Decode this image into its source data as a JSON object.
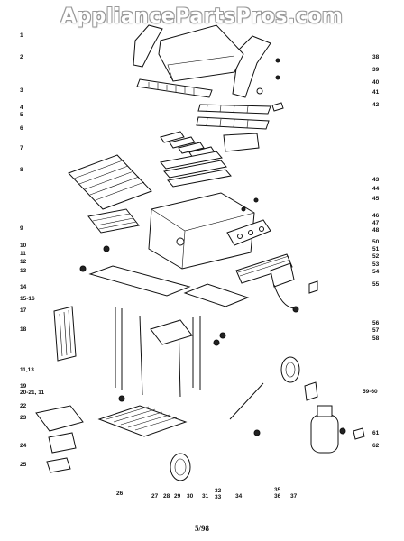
{
  "watermark": "AppliancePartsPros.com",
  "footer": "5/98",
  "callouts_left": [
    {
      "id": "l1",
      "text": "1"
    },
    {
      "id": "l2",
      "text": "2"
    },
    {
      "id": "l3",
      "text": "3"
    },
    {
      "id": "l4",
      "text": "4"
    },
    {
      "id": "l5",
      "text": "5"
    },
    {
      "id": "l6",
      "text": "6"
    },
    {
      "id": "l7",
      "text": "7"
    },
    {
      "id": "l8",
      "text": "8"
    },
    {
      "id": "l9",
      "text": "9"
    },
    {
      "id": "l10",
      "text": "10"
    },
    {
      "id": "l11",
      "text": "11"
    },
    {
      "id": "l12",
      "text": "12"
    },
    {
      "id": "l13",
      "text": "13"
    },
    {
      "id": "l14",
      "text": "14"
    },
    {
      "id": "l15",
      "text": "15-16"
    },
    {
      "id": "l17",
      "text": "17"
    },
    {
      "id": "l18",
      "text": "18"
    },
    {
      "id": "l1113",
      "text": "11,13"
    },
    {
      "id": "l19",
      "text": "19"
    },
    {
      "id": "l2021",
      "text": "20-21, 11"
    },
    {
      "id": "l22",
      "text": "22"
    },
    {
      "id": "l23",
      "text": "23"
    },
    {
      "id": "l24",
      "text": "24"
    },
    {
      "id": "l25",
      "text": "25"
    }
  ],
  "callouts_right": [
    {
      "id": "r38",
      "text": "38"
    },
    {
      "id": "r39",
      "text": "39"
    },
    {
      "id": "r40",
      "text": "40"
    },
    {
      "id": "r41",
      "text": "41"
    },
    {
      "id": "r42",
      "text": "42"
    },
    {
      "id": "r43",
      "text": "43"
    },
    {
      "id": "r44",
      "text": "44"
    },
    {
      "id": "r45",
      "text": "45"
    },
    {
      "id": "r46",
      "text": "46"
    },
    {
      "id": "r47",
      "text": "47"
    },
    {
      "id": "r48",
      "text": "48"
    },
    {
      "id": "r50",
      "text": "50"
    },
    {
      "id": "r51",
      "text": "51"
    },
    {
      "id": "r52",
      "text": "52"
    },
    {
      "id": "r53",
      "text": "53"
    },
    {
      "id": "r54",
      "text": "54"
    },
    {
      "id": "r55",
      "text": "55"
    },
    {
      "id": "r56",
      "text": "56"
    },
    {
      "id": "r57",
      "text": "57"
    },
    {
      "id": "r58",
      "text": "58"
    },
    {
      "id": "r5960",
      "text": "59-60"
    },
    {
      "id": "r61",
      "text": "61"
    },
    {
      "id": "r62",
      "text": "62"
    }
  ],
  "callouts_bottom": [
    {
      "id": "b26",
      "text": "26"
    },
    {
      "id": "b27",
      "text": "27"
    },
    {
      "id": "b28",
      "text": "28"
    },
    {
      "id": "b29",
      "text": "29"
    },
    {
      "id": "b30",
      "text": "30"
    },
    {
      "id": "b31",
      "text": "31"
    },
    {
      "id": "b32",
      "text": "32"
    },
    {
      "id": "b33",
      "text": "33"
    },
    {
      "id": "b34",
      "text": "34"
    },
    {
      "id": "b35",
      "text": "35"
    },
    {
      "id": "b36",
      "text": "36"
    },
    {
      "id": "b37",
      "text": "37"
    }
  ]
}
